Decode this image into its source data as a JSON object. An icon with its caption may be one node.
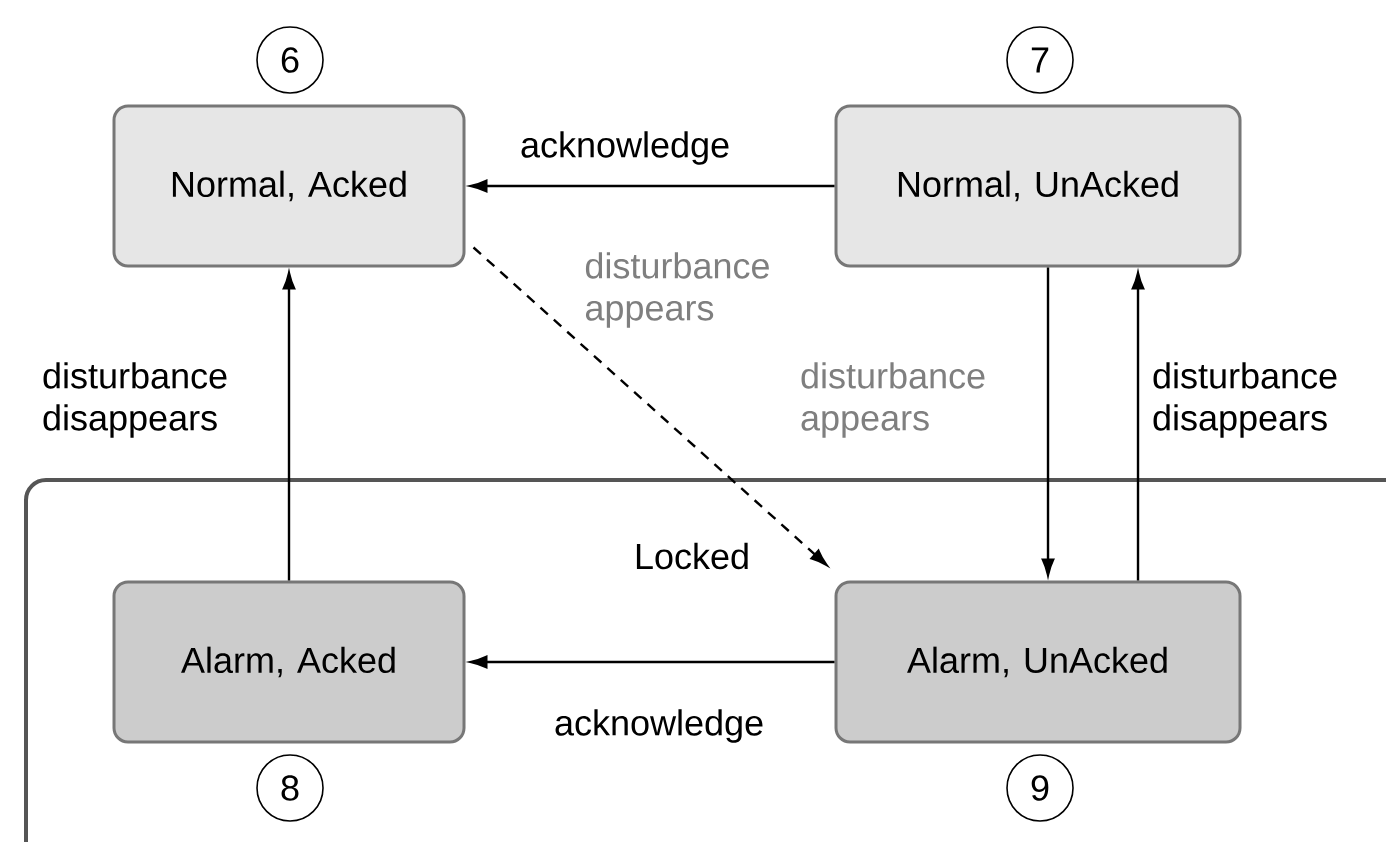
{
  "diagram": {
    "nodes": [
      {
        "text": [
          "Normal, Acked"
        ],
        "beside": [
          "6"
        ]
      },
      {
        "text": [
          "Normal, UnAcked"
        ],
        "beside": [
          "7"
        ]
      },
      {
        "text": [
          "Locked"
        ]
      },
      {
        "text": [
          "Alarm, Acked"
        ],
        "beside": [
          "8"
        ],
        "in": 2
      },
      {
        "text": [
          "Alarm, UnAcked"
        ],
        "beside": [
          "9"
        ],
        "in": 2
      }
    ],
    "edges": [
      {
        "from": 1,
        "to": 0,
        "arrow": "to",
        "label": "acknowledge"
      },
      {
        "from": 0,
        "to": 4,
        "arrow": "to",
        "label": "disturbance appears",
        "style": "dashed"
      },
      {
        "from": 1,
        "to": 4,
        "arrow": "to",
        "label": "disturbance appears"
      },
      {
        "from": 4,
        "to": 1,
        "arrow": "to",
        "label": "disturbance disappears"
      },
      {
        "from": 3,
        "to": 0,
        "arrow": "to",
        "label": "disturbance disappears"
      },
      {
        "from": 4,
        "to": 3,
        "arrow": "to",
        "label": "acknowledge"
      }
    ]
  }
}
